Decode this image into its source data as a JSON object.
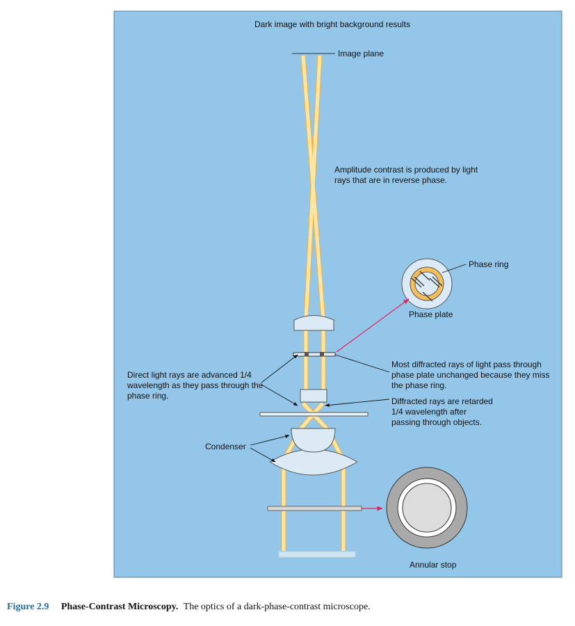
{
  "labels": {
    "top_result": "Dark image with bright background results",
    "image_plane": "Image plane",
    "amplitude_contrast": "Amplitude contrast is produced by light rays that are in reverse phase.",
    "phase_ring": "Phase ring",
    "phase_plate": "Phase plate",
    "most_diffracted": "Most diffracted rays of light pass through phase plate unchanged because they miss the phase ring.",
    "direct_light": "Direct light rays are advanced 1/4 wavelength as they pass through the phase ring.",
    "diffracted_retarded": "Diffracted rays are retarded 1/4 wavelength after passing through objects.",
    "condenser": "Condenser",
    "annular_stop": "Annular stop"
  },
  "caption": {
    "number": "Figure 2.9",
    "title": "Phase-Contrast Microscopy.",
    "text": "The optics of a dark-phase-contrast microscope."
  },
  "colors": {
    "panel_background": "#93c6e9",
    "panel_border": "#5a7d96",
    "light_ray": "#fbe6a6",
    "ray_edge": "#f2b23e",
    "lens_fill": "#dbeaf4",
    "phase_ring_fill": "#f3bf5e",
    "annular_stop_gray": "#a9a9a9",
    "red_arrow": "#e0245e",
    "caption_number": "#1f6e9c"
  }
}
